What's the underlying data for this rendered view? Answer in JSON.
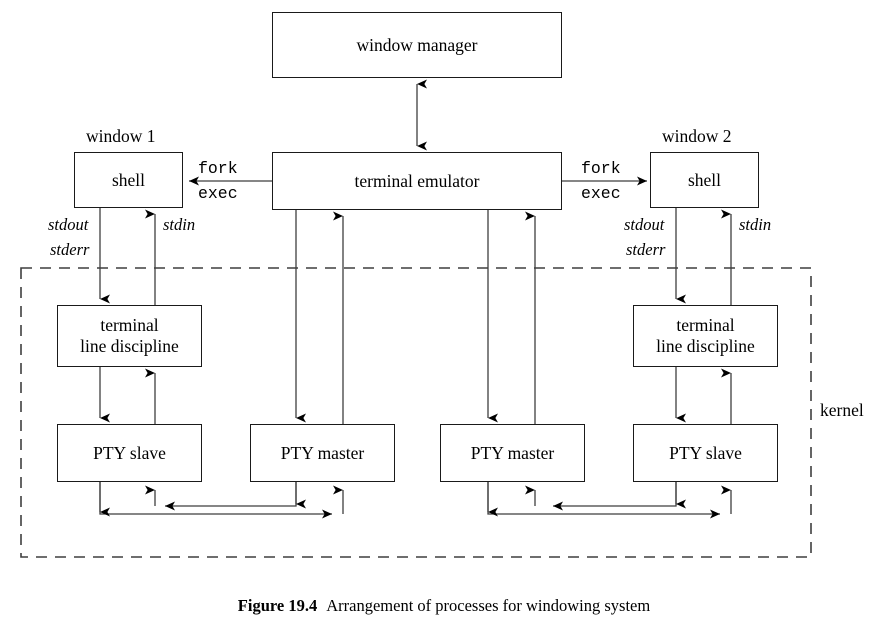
{
  "figure": {
    "number_label": "Figure 19.4",
    "caption": "Arrangement of processes for windowing system",
    "kernel_label": "kernel"
  },
  "colors": {
    "line": "#3f3f3f",
    "line_dark": "#1a1a1a",
    "box_border": "#1a1a1a",
    "background": "#ffffff",
    "arrowhead": "#000000"
  },
  "nodes": {
    "window_manager": "window manager",
    "terminal_emulator": "terminal emulator",
    "shell_left": "shell",
    "shell_right": "shell",
    "line_discipline_left": "terminal\nline discipline",
    "line_discipline_right": "terminal\nline discipline",
    "pty_slave_left": "PTY slave",
    "pty_master_left": "PTY master",
    "pty_master_right": "PTY master",
    "pty_slave_right": "PTY slave"
  },
  "labels": {
    "window_1": "window 1",
    "window_2": "window 2",
    "fork_left": "fork",
    "exec_left": "exec",
    "fork_right": "fork",
    "exec_right": "exec",
    "stdout_left": "stdout",
    "stderr_left": "stderr",
    "stdin_left": "stdin",
    "stdout_right": "stdout",
    "stderr_right": "stderr",
    "stdin_right": "stdin"
  }
}
